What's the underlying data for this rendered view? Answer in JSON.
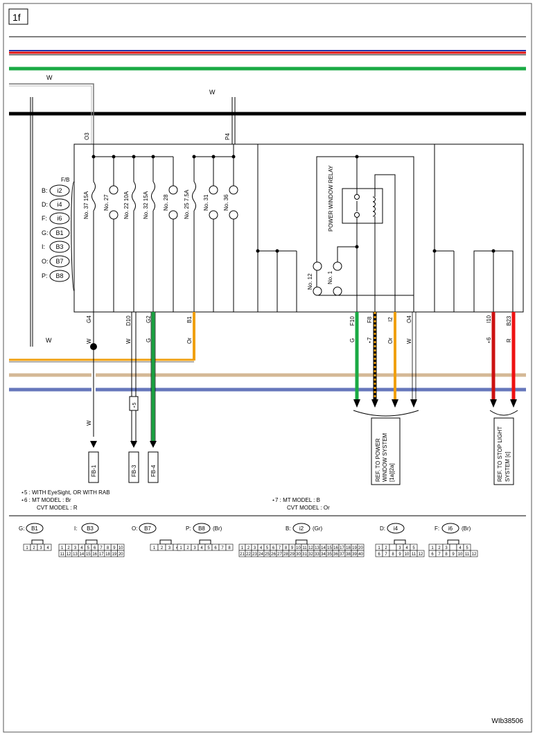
{
  "page_label": "1f",
  "diagram_id": "WIb38506",
  "wire_labels": {
    "top_left_w": "W",
    "top_p4_w": "W",
    "left_w": "W",
    "g4_w": "W",
    "lower_w": "W"
  },
  "fuse_box": {
    "title": "F/B",
    "top_terminals": [
      "O3",
      "P4"
    ],
    "connectors": [
      {
        "prefix": "B:",
        "code": "i2"
      },
      {
        "prefix": "D:",
        "code": "i4"
      },
      {
        "prefix": "F:",
        "code": "i6"
      },
      {
        "prefix": "G:",
        "code": "B1"
      },
      {
        "prefix": "I:",
        "code": "B3"
      },
      {
        "prefix": "O:",
        "code": "B7"
      },
      {
        "prefix": "P:",
        "code": "B8"
      }
    ],
    "fuses": [
      "No. 37  15A",
      "No. 27",
      "No. 22  10A",
      "No. 32  15A",
      "No. 28",
      "No. 25  7.5A",
      "No. 31",
      "No. 36"
    ],
    "relay_label": "POWER WINDOW RELAY",
    "switch_labels": [
      "No. 12",
      "No. 1"
    ]
  },
  "bottom_terminals": [
    {
      "pin": "G4",
      "color": "W"
    },
    {
      "pin": "D10",
      "color": "W"
    },
    {
      "pin": "G2",
      "color": "G"
    },
    {
      "pin": "B1",
      "color": "Or"
    },
    {
      "pin": "F10",
      "color": "G"
    },
    {
      "pin": "F8",
      "color": "⋆7"
    },
    {
      "pin": "I2",
      "color": "Or"
    },
    {
      "pin": "O4",
      "color": "W"
    },
    {
      "pin": "I10",
      "color": "⋆6"
    },
    {
      "pin": "B23",
      "color": "R"
    }
  ],
  "fb_refs": [
    "FB-1",
    "FB-3",
    "FB-4"
  ],
  "star5_tag": "⋆5",
  "references": [
    "REF. TO POWER WINDOW SYSTEM [1a][2a]",
    "REF. TO STOP LIGHT SYSTEM [c]"
  ],
  "notes": [
    "⋆5  : WITH EyeSight, OR WITH RAB",
    "⋆6  : MT MODEL  : Br",
    "CVT MODEL  : R",
    "⋆7  : MT MODEL  : B",
    "CVT MODEL  : Or"
  ],
  "connector_legend": [
    {
      "prefix": "G:",
      "code": "B1",
      "color": "",
      "pins": [
        [
          "1",
          "2",
          "3",
          "4"
        ]
      ]
    },
    {
      "prefix": "I:",
      "code": "B3",
      "color": "",
      "pins": [
        [
          "1",
          "2",
          "3",
          "4",
          "5",
          "6",
          "7",
          "8",
          "9",
          "10"
        ],
        [
          "11",
          "12",
          "13",
          "14",
          "15",
          "16",
          "17",
          "18",
          "19",
          "20"
        ]
      ]
    },
    {
      "prefix": "O:",
      "code": "B7",
      "color": "",
      "pins": [
        [
          "1",
          "2",
          "3",
          "4"
        ]
      ]
    },
    {
      "prefix": "P:",
      "code": "B8",
      "color": "(Br)",
      "pins": [
        [
          "1",
          "2",
          "3",
          "4",
          "5",
          "6",
          "7",
          "8"
        ]
      ]
    },
    {
      "prefix": "B:",
      "code": "i2",
      "color": "(Gr)",
      "pins": [
        [
          "1",
          "2",
          "3",
          "4",
          "5",
          "6",
          "7",
          "8",
          "9",
          "10",
          "11",
          "12",
          "13",
          "14",
          "15",
          "16",
          "17",
          "18",
          "19",
          "20"
        ],
        [
          "21",
          "22",
          "23",
          "24",
          "25",
          "26",
          "27",
          "28",
          "29",
          "30",
          "31",
          "32",
          "33",
          "34",
          "35",
          "36",
          "37",
          "38",
          "39",
          "40"
        ]
      ]
    },
    {
      "prefix": "D:",
      "code": "i4",
      "color": "",
      "pins": [
        [
          "1",
          "2",
          "",
          "3",
          "4",
          "5"
        ],
        [
          "6",
          "7",
          "8",
          "9",
          "10",
          "11",
          "12"
        ]
      ]
    },
    {
      "prefix": "F:",
      "code": "i6",
      "color": "(Br)",
      "pins": [
        [
          "1",
          "2",
          "3",
          "",
          "4",
          "5"
        ],
        [
          "6",
          "7",
          "8",
          "9",
          "10",
          "11",
          "12"
        ]
      ]
    }
  ]
}
